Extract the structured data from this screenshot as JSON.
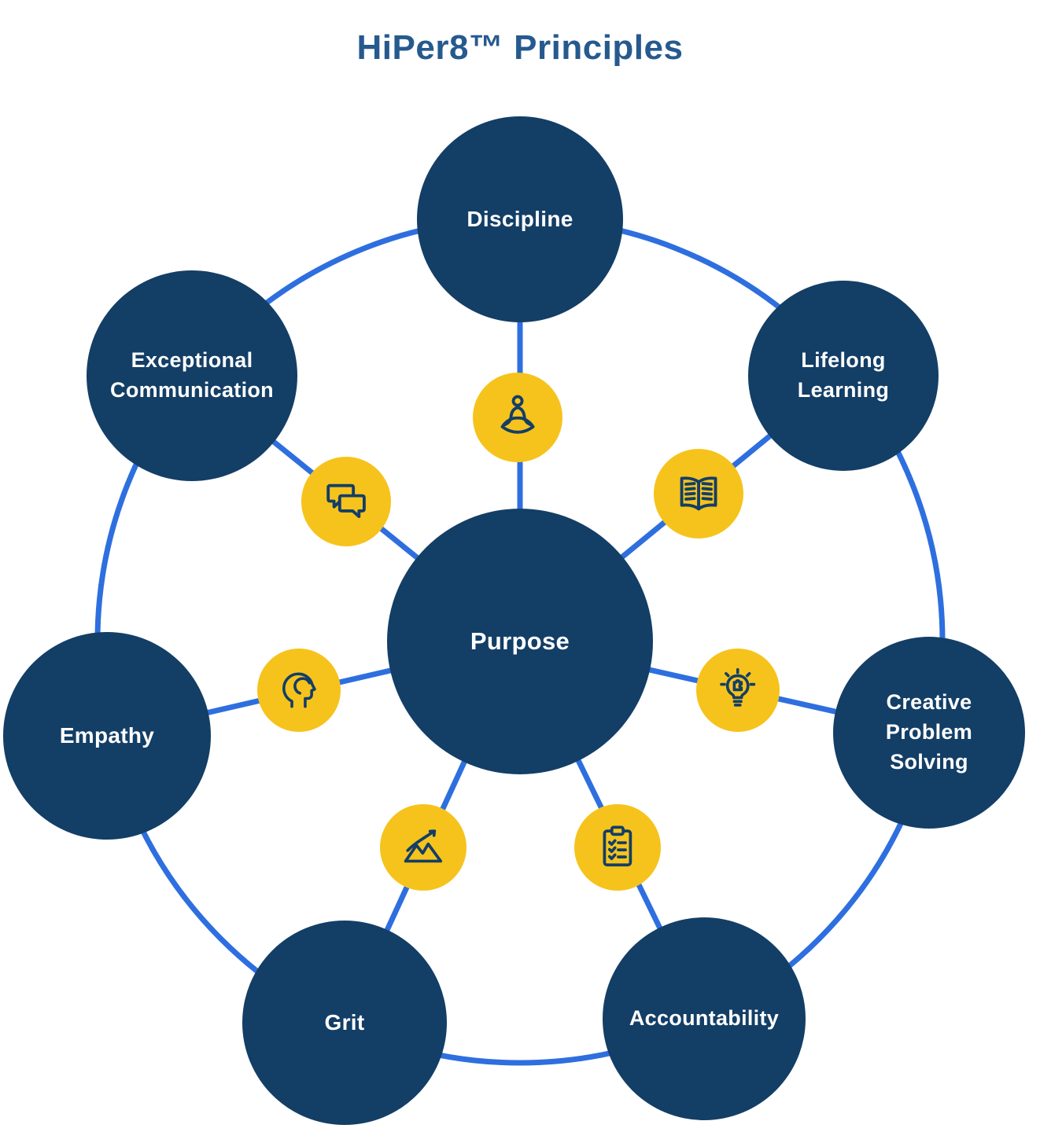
{
  "title": "HiPer8™ Principles",
  "colors": {
    "navy": "#133e66",
    "blue": "#2e6fdf",
    "yellow": "#f6c31c",
    "title": "#265a8e",
    "label": "#ffffff"
  },
  "center": {
    "label": "Purpose"
  },
  "nodes": [
    {
      "id": "discipline",
      "label": "Discipline",
      "icon": "meditation-icon"
    },
    {
      "id": "lifelong-learning",
      "label": "Lifelong Learning",
      "icon": "open-book-icon"
    },
    {
      "id": "creative-problem-solving",
      "label": "Creative Problem Solving",
      "icon": "lightbulb-puzzle-icon"
    },
    {
      "id": "accountability",
      "label": "Accountability",
      "icon": "checklist-clipboard-icon"
    },
    {
      "id": "grit",
      "label": "Grit",
      "icon": "mountain-growth-icon"
    },
    {
      "id": "empathy",
      "label": "Empathy",
      "icon": "empathy-heads-icon"
    },
    {
      "id": "exceptional-communication",
      "label": "Exceptional Communication",
      "icon": "chat-bubbles-icon"
    }
  ]
}
